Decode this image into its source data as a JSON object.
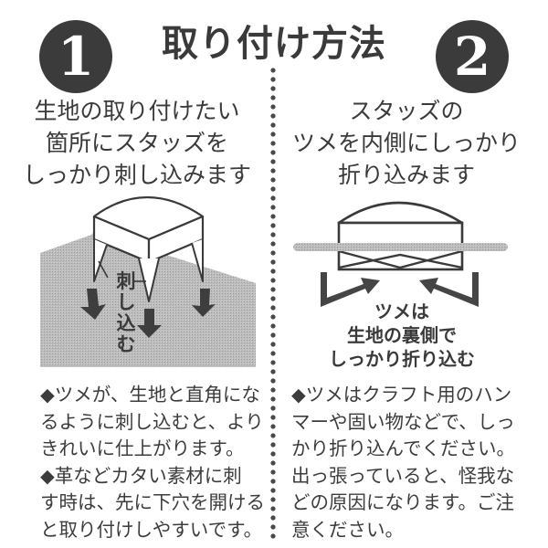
{
  "title": "取り付け方法",
  "steps": [
    {
      "number": "1",
      "heading": [
        "生地の取り付けたい",
        "箇所にスタッズを",
        "しっかり刺し込みます"
      ],
      "diagram_label": [
        "刺",
        "し",
        "込",
        "む"
      ],
      "notes": [
        "◆ツメが、生地と直角にな",
        "るように刺し込むと、より",
        "きれいに仕上がります。",
        "◆革などカタい素材に刺",
        "す時は、先に下穴を開ける",
        "と取り付けしやすいです。"
      ]
    },
    {
      "number": "2",
      "heading": [
        "スタッズの",
        "ツメを内側にしっかり",
        "折り込みます"
      ],
      "diagram_caption": [
        "ツメは",
        "生地の裏側で",
        "しっかり折り込む"
      ],
      "notes": [
        "◆ツメはクラフト用のハン",
        "マーや固い物などで、しっ",
        "かり折り込んでください。",
        "出っ張っていると、怪我な",
        "どの原因になります。ご注",
        "意ください。"
      ]
    }
  ],
  "icons": {
    "step1_diagram": "stud-insert-illustration",
    "step2_diagram": "stud-fold-illustration",
    "arrows": "arrow-icon"
  },
  "colors": {
    "ink": "#3a3a3a",
    "fabric": "#b8b8b8",
    "background": "#ffffff"
  }
}
